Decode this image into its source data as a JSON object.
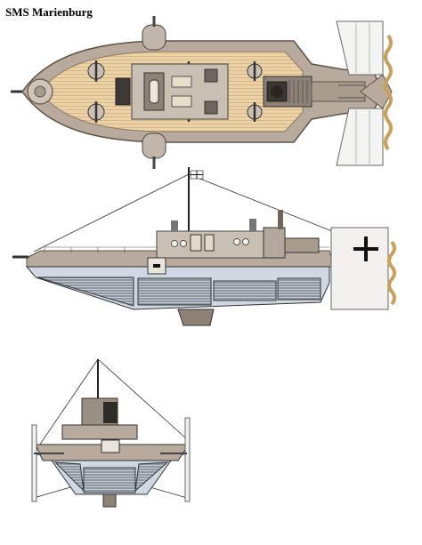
{
  "title": "SMS Marienburg",
  "colors": {
    "hull": "#b8aa9c",
    "deck": "#e9cfa3",
    "superstructure": "#c9bfb3",
    "hull_dark": "#8e8276",
    "gondola": "#a8b8cc",
    "gondola_light": "#d7e0ea",
    "propeller": "#c9a05a",
    "iron_cross": "#111111"
  },
  "views": {
    "top": "top-view",
    "side": "side-view",
    "front": "front-view"
  }
}
